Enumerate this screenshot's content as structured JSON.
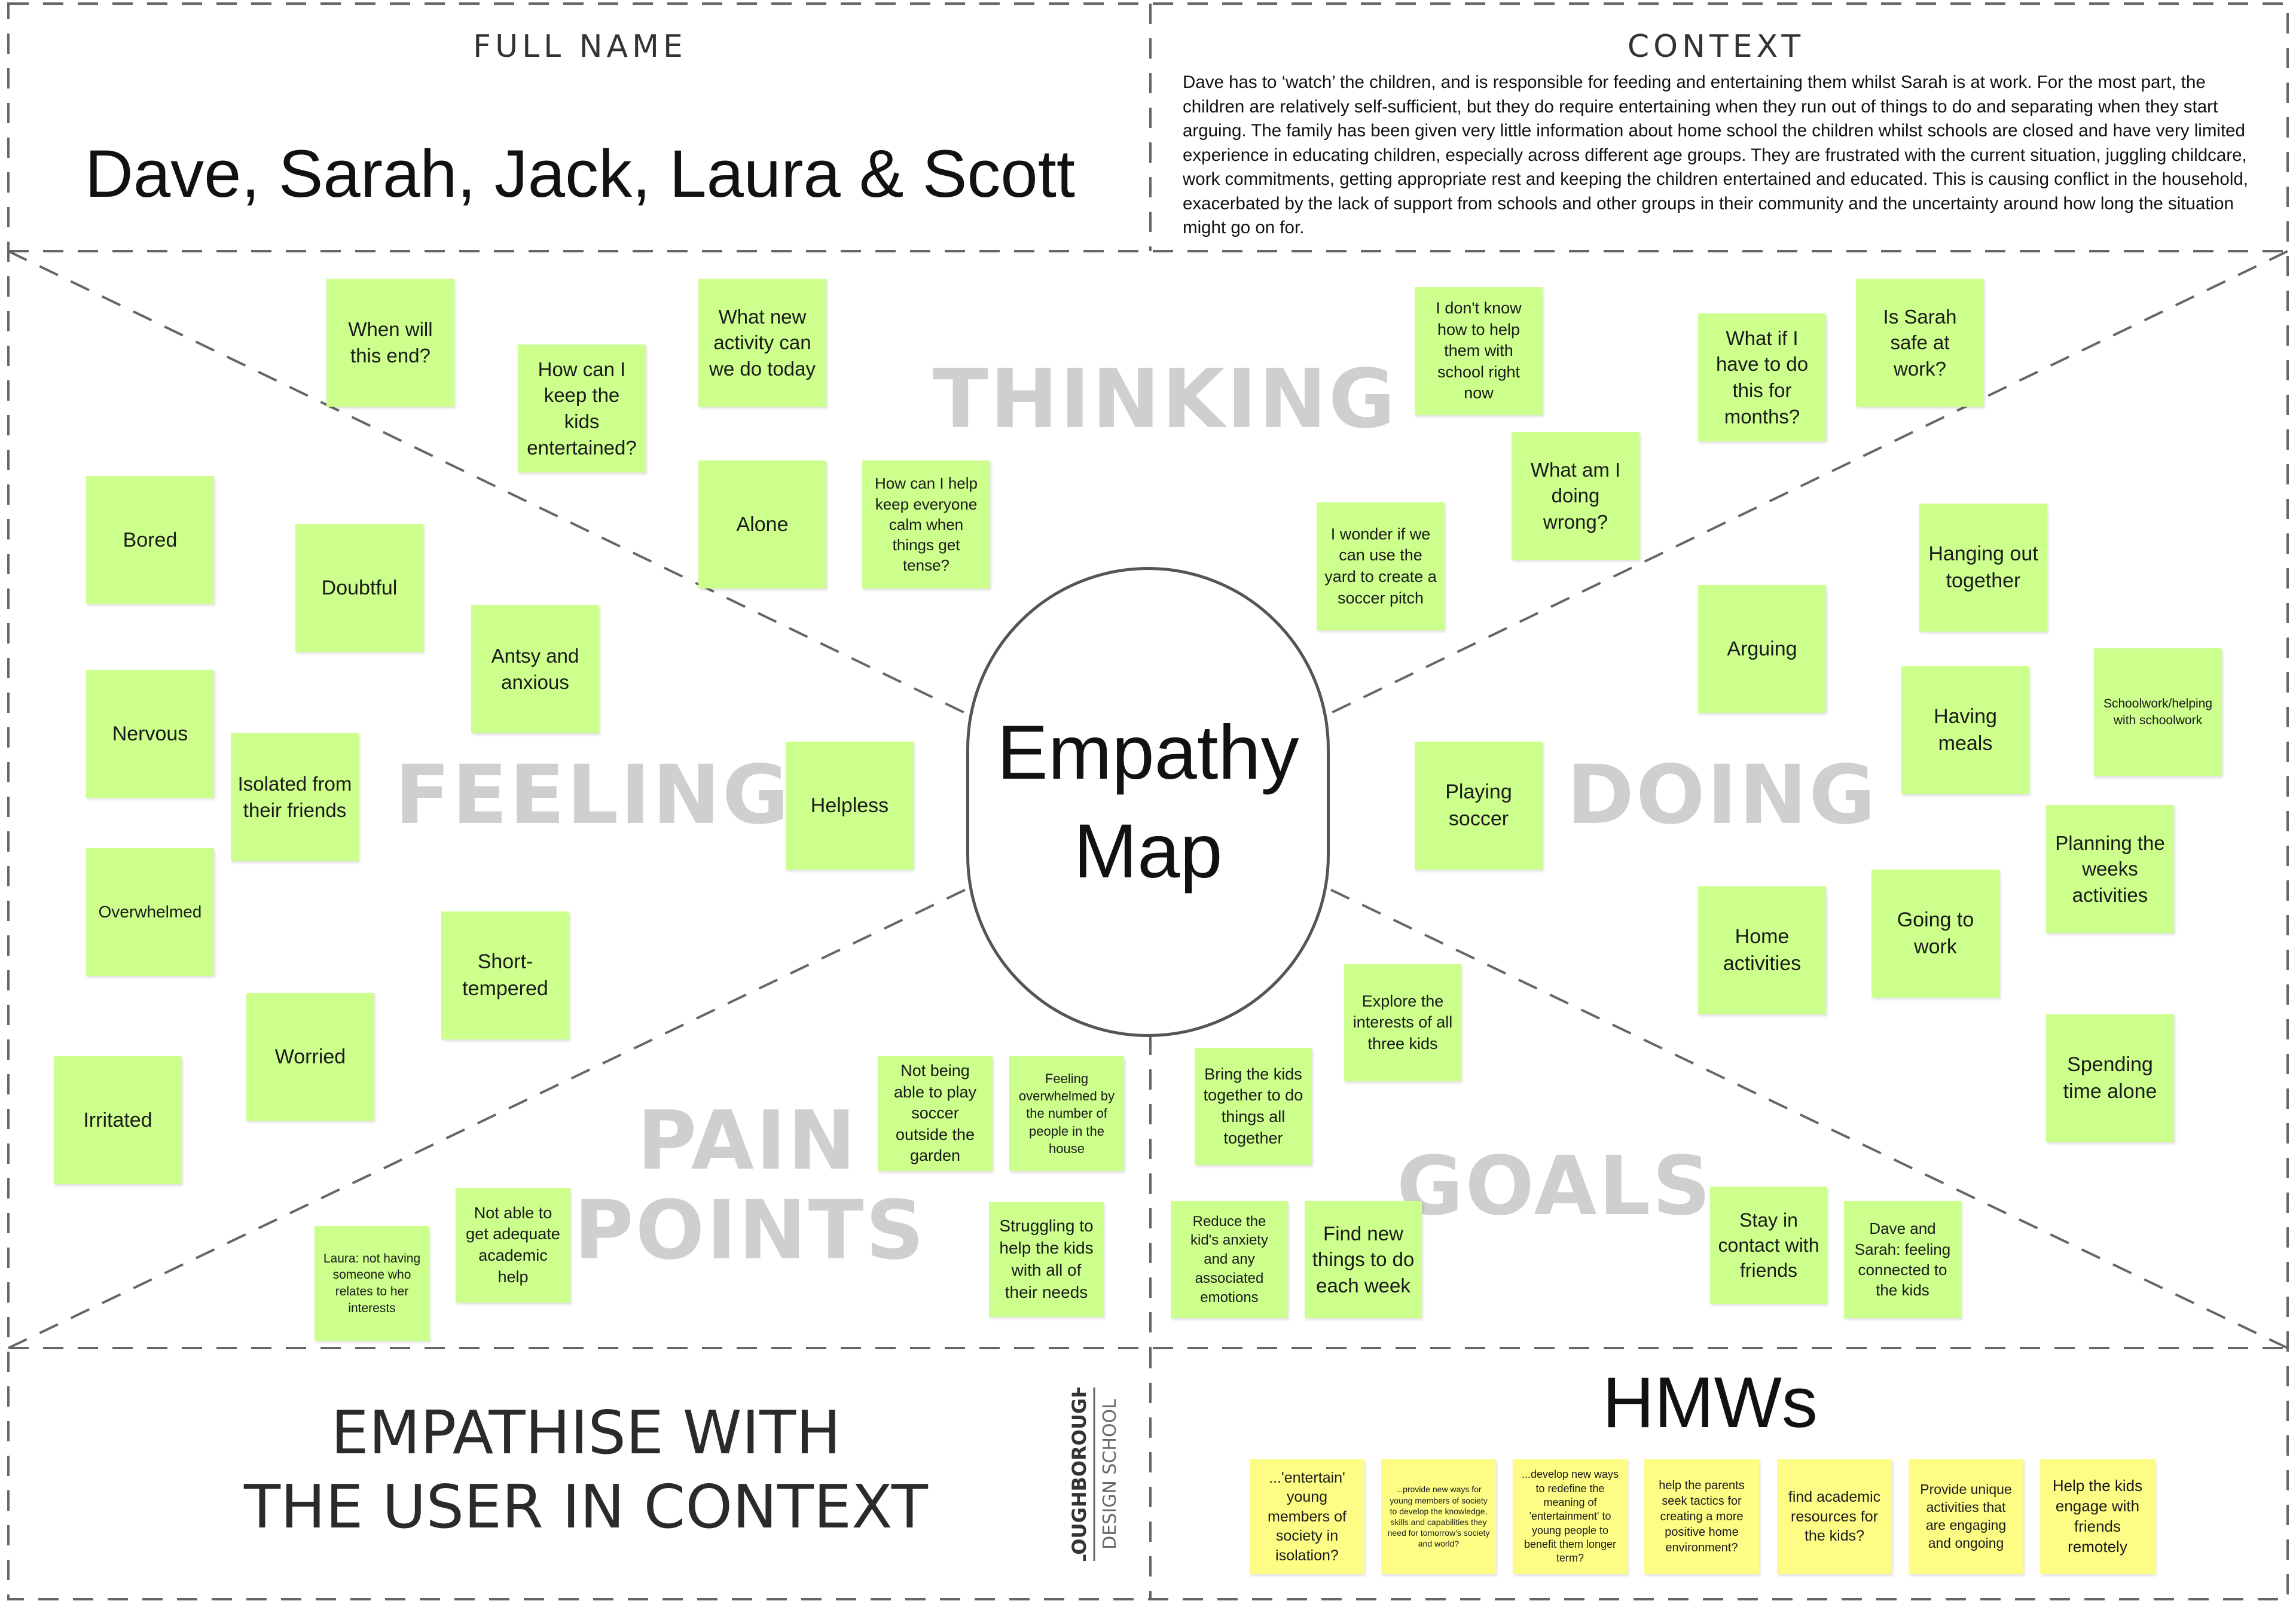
{
  "header": {
    "full_name_label": "FULL NAME",
    "full_name": "Dave, Sarah, Jack, Laura & Scott",
    "context_label": "CONTEXT",
    "context_text": " Dave has to ‘watch’ the children, and is responsible for feeding and entertaining them whilst Sarah is at work. For the most part, the children are relatively self-sufficient, but they do require entertaining when they run out of things to do and separating when they start arguing. The family has been given very little information about home school the children whilst schools are closed and have very limited experience in educating children, especially across different age groups. They are frustrated with the current situation, juggling childcare, work commitments, getting appropriate rest and keeping the children entertained and educated. This is causing conflict in the household, exacerbated by the lack of support from schools and other groups in their community and the uncertainty around how long the situation might go on for."
  },
  "center": {
    "line1": "Empathy",
    "line2": "Map"
  },
  "quadrants": {
    "thinking": "THINKING",
    "feeling": "FEELING",
    "doing": "DOING",
    "pain_points_1": "PAIN",
    "pain_points_2": "POINTS",
    "goals": "GOALS"
  },
  "thinking_notes": [
    "When will this end?",
    "How can I keep the kids entertained?",
    "What new activity can we do today",
    "Alone",
    "How can I help keep everyone calm when things get tense?",
    "I don't know how to help them with school right now",
    "What if I have to do this for months?",
    "Is Sarah safe at work?",
    "What am I doing wrong?",
    "I wonder if we can use the yard to create a soccer pitch"
  ],
  "feeling_notes": [
    "Bored",
    "Doubtful",
    "Antsy and anxious",
    "Nervous",
    "Isolated from their friends",
    "Helpless",
    "Overwhelmed",
    "Short-tempered",
    "Worried",
    "Irritated"
  ],
  "doing_notes": [
    "Hanging out together",
    "Arguing",
    "Having meals",
    "Schoolwork/helping with schoolwork",
    "Playing soccer",
    "Planning the weeks activities",
    "Home activities",
    "Going to work",
    "Spending time alone"
  ],
  "pain_notes": [
    "Not being able to play soccer outside the garden",
    "Feeling overwhelmed by the number of people in the house",
    "Struggling to help the kids with all of their needs",
    "Not able to get adequate academic help",
    "Laura: not having someone who relates to her interests"
  ],
  "goals_notes": [
    "Explore the interests of all three kids",
    "Bring the kids together to do things all together",
    "Reduce the kid's anxiety and any associated emotions",
    "Find new things to do each week",
    "Stay in contact with friends",
    "Dave and Sarah: feeling connected to the kids"
  ],
  "footer": {
    "empathise_line1": "EMPATHISE WITH",
    "empathise_line2": "THE USER IN CONTEXT",
    "logo_line1": "LOUGHBOROUGH",
    "logo_line2": "DESIGN SCHOOL",
    "hmws_title": "HMWs"
  },
  "hmw_notes": [
    "...'entertain' young members of society in isolation?",
    "...provide new ways for young members of society to develop the knowledge, skills and capabilities they need for tomorrow's society and world?",
    "...develop new ways to redefine the meaning of 'entertainment' to young people to benefit them longer term?",
    "help the parents seek tactics for creating a more positive home environment?",
    "find academic resources for the kids?",
    "Provide unique activities that are engaging and ongoing",
    "Help the kids engage with friends remotely"
  ],
  "colors": {
    "sticky_green": "#ccff8c",
    "sticky_yellow": "#fdfd86",
    "quadrant_label": "#cfcfcf",
    "dashed_line": "#666666"
  }
}
